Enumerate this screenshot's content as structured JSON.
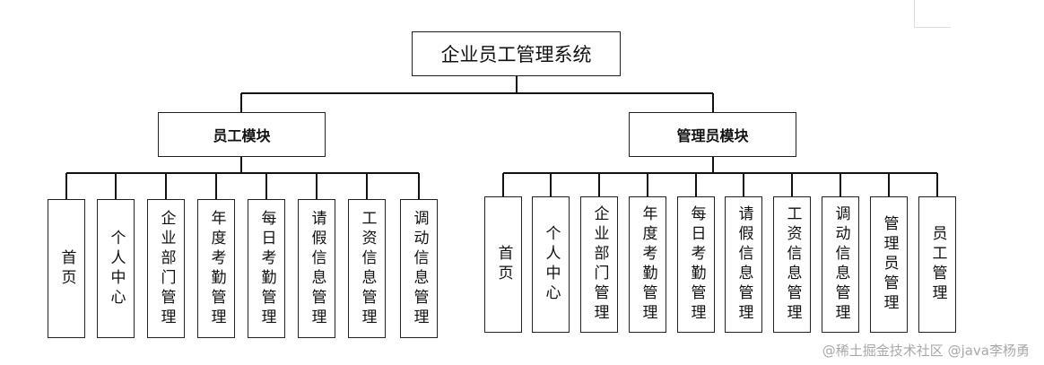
{
  "root": "企业员工管理系统",
  "modules": [
    {
      "label": "员工模块",
      "children": [
        "首页",
        "个人中心",
        "企业部门管理",
        "年度考勤管理",
        "每日考勤管理",
        "请假信息管理",
        "工资信息管理",
        "调动信息管理"
      ]
    },
    {
      "label": "管理员模块",
      "children": [
        "首页",
        "个人中心",
        "企业部门管理",
        "年度考勤管理",
        "每日考勤管理",
        "请假信息管理",
        "工资信息管理",
        "调动信息管理",
        "管理员管理",
        "员工管理"
      ]
    }
  ],
  "watermark": "@稀土掘金技术社区 @java李杨勇"
}
